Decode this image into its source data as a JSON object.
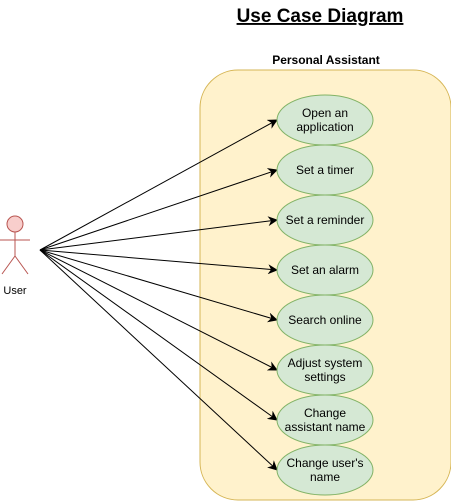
{
  "title": "Use Case Diagram",
  "system": {
    "label": "Personal Assistant"
  },
  "actor": {
    "label": "User"
  },
  "use_cases": [
    {
      "lines": [
        "Open an",
        "application"
      ]
    },
    {
      "lines": [
        "Set a timer"
      ]
    },
    {
      "lines": [
        "Set a reminder"
      ]
    },
    {
      "lines": [
        "Set an alarm"
      ]
    },
    {
      "lines": [
        "Search online"
      ]
    },
    {
      "lines": [
        "Adjust system",
        "settings"
      ]
    },
    {
      "lines": [
        "Change",
        "assistant name"
      ]
    },
    {
      "lines": [
        "Change user's",
        "name"
      ]
    }
  ],
  "colors": {
    "boundary_fill": "#fff2cc",
    "boundary_stroke": "#d6b656",
    "use_case_fill": "#d5e8d4",
    "use_case_stroke": "#82b366",
    "actor_fill": "#f8cecc",
    "actor_stroke": "#b85450",
    "line": "#000000"
  }
}
